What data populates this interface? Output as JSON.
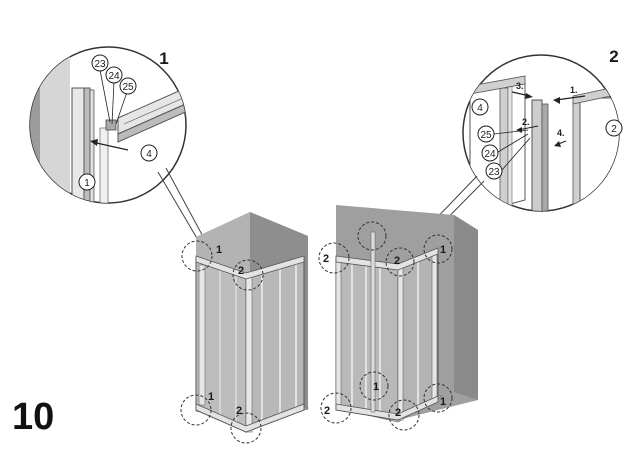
{
  "step_number": "10",
  "detail_1": {
    "label": "1",
    "part_23": "23",
    "part_24": "24",
    "part_25": "25",
    "part_4": "4",
    "part_1": "1"
  },
  "detail_2": {
    "label": "2",
    "part_4": "4",
    "part_2": "2",
    "part_25": "25",
    "part_24": "24",
    "part_23": "23",
    "step_1": "1.",
    "step_2": "2.",
    "step_3": "3.",
    "step_4": "4."
  },
  "left_enclosure": {
    "mark_top_left": "1",
    "mark_top_right": "2",
    "mark_bottom_left": "1",
    "mark_bottom_right": "2"
  },
  "right_enclosure": {
    "mark_top_left": "2",
    "mark_top_mid": "2",
    "mark_top_right": "1",
    "mark_mid": "1",
    "mark_bottom_left": "2",
    "mark_bottom_mid": "2",
    "mark_bottom_right": "1"
  },
  "colors": {
    "wall": "#9a9a9a",
    "wall_dark": "#7d7d7d",
    "frame": "#c8c8c8",
    "line": "#333333"
  }
}
